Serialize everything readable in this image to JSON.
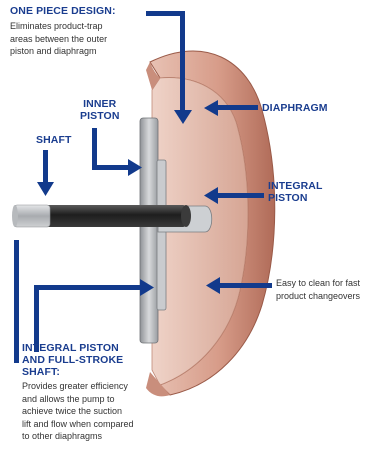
{
  "colors": {
    "label_blue": "#1a3d8f",
    "arrow_blue": "#123a8c",
    "diaphragm_pink": "#d9a08f",
    "diaphragm_dark": "#b5735f",
    "metal": "#b9bcc0",
    "shaft_dark": "#2b2b2b",
    "text_gray": "#333333"
  },
  "labels": {
    "one_piece": {
      "title": "ONE PIECE DESIGN:",
      "lines": [
        "Eliminates product-trap",
        "areas between the outer",
        "piston and diaphragm"
      ]
    },
    "diaphragm": "DIAPHRAGM",
    "inner_piston": [
      "INNER",
      "PISTON"
    ],
    "shaft": "SHAFT",
    "integral_piston": [
      "INTEGRAL",
      "PISTON"
    ],
    "easy_clean": [
      "Easy to clean for fast",
      "product changeovers"
    ],
    "integral_full": {
      "title": [
        "INTEGRAL PISTON",
        "AND FULL-STROKE",
        "SHAFT:"
      ],
      "lines": [
        "Provides greater efficiency",
        "and allows the pump to",
        "achieve twice the suction",
        "lift and flow when compared",
        "to other diaphragms"
      ]
    }
  }
}
